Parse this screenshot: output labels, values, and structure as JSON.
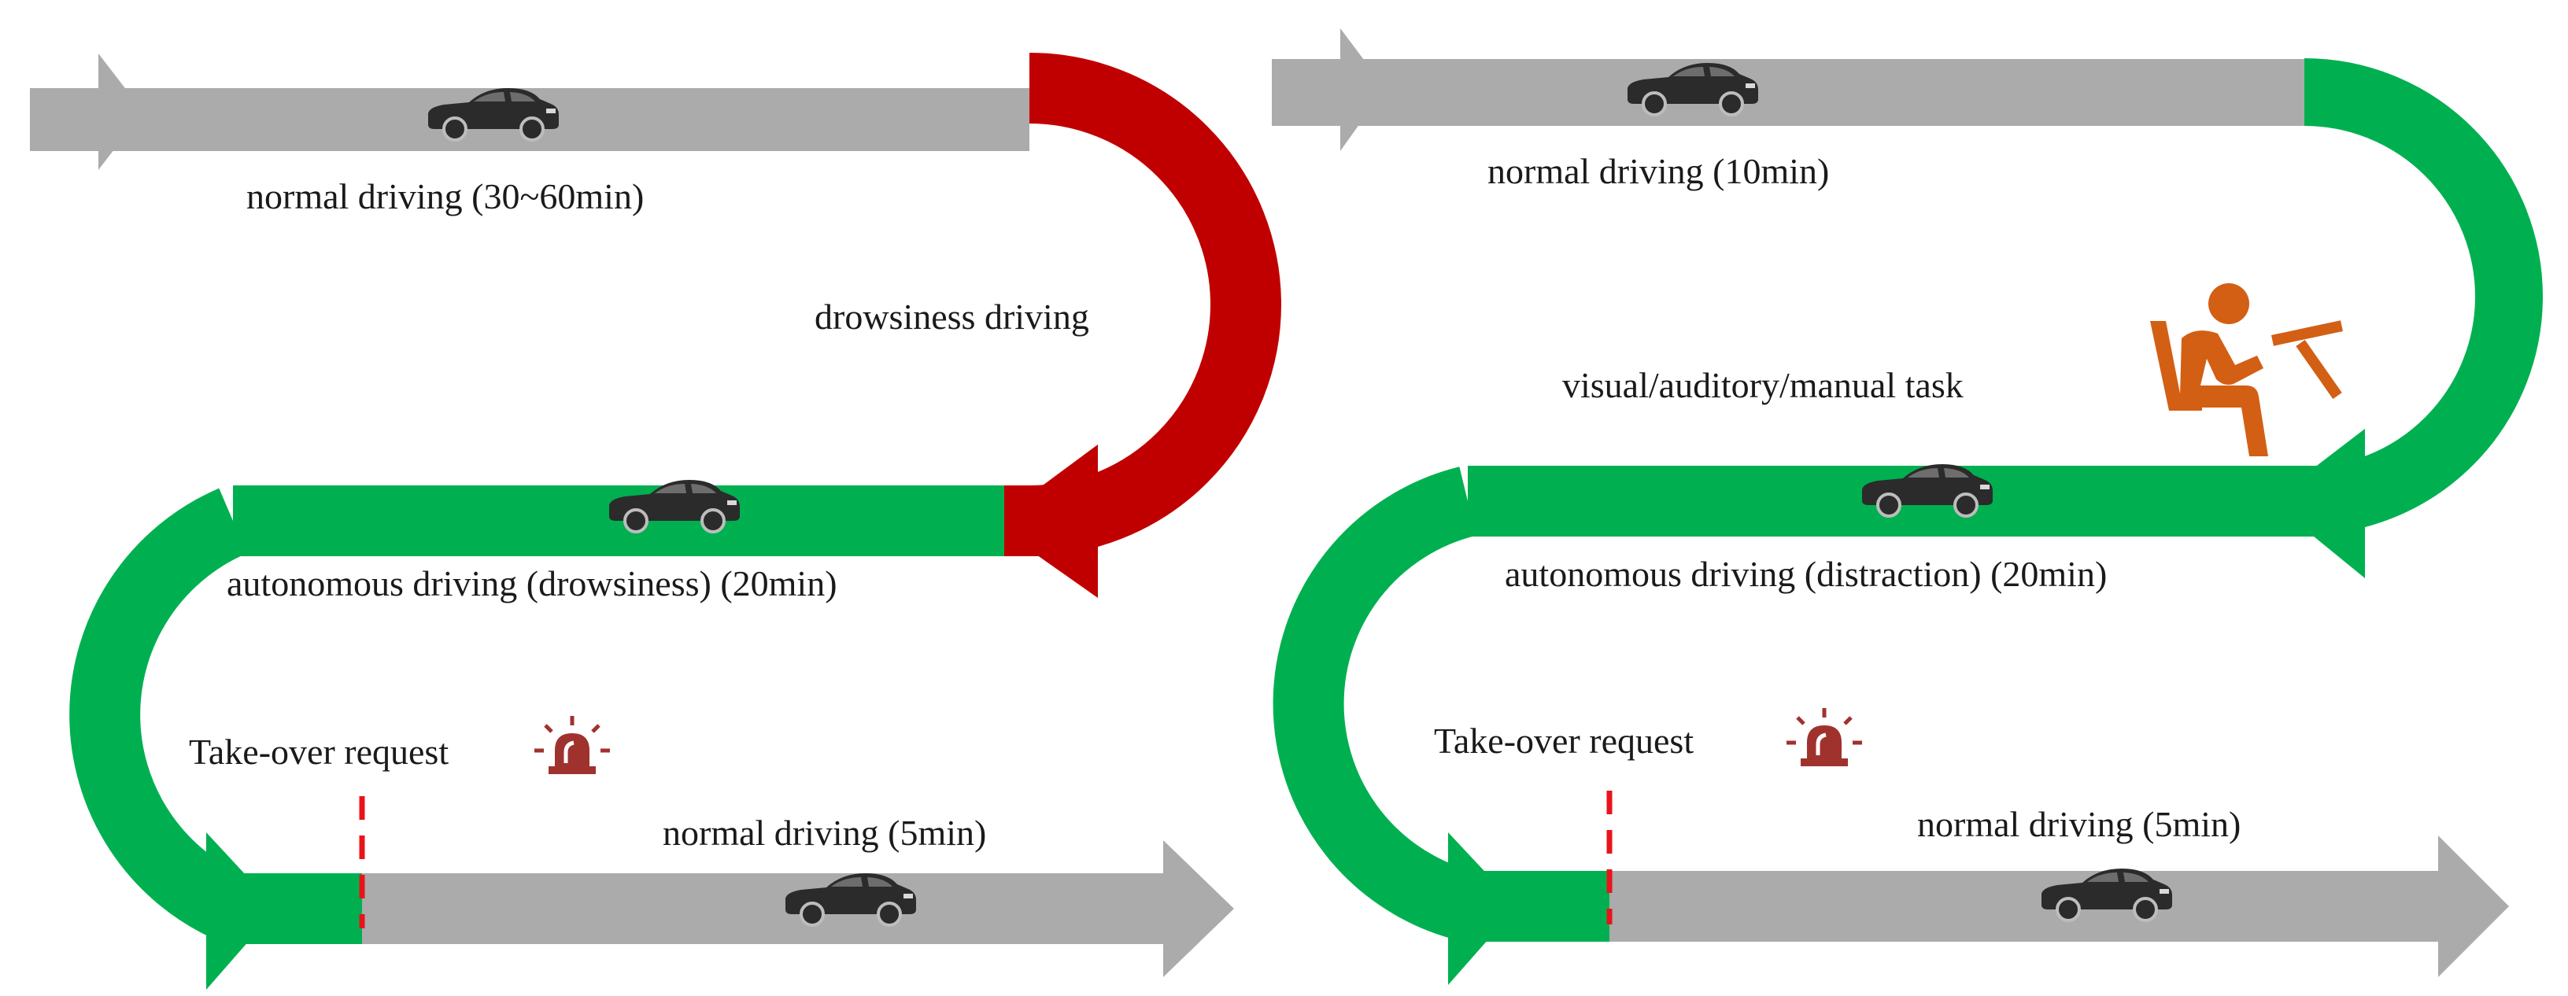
{
  "colors": {
    "normal": "#ababab",
    "drowsiness": "#c00000",
    "autonomous": "#00b050",
    "takeover_marker": "#e8141a",
    "alarm": "#a0322e",
    "task_icon": "#d35f14",
    "car": "#2b2b2b"
  },
  "left_panel": {
    "segment_normal_start": "normal driving (30~60min)",
    "segment_drowsy": "drowsiness driving",
    "segment_autonomous": "autonomous driving (drowsiness) (20min)",
    "takeover_label": "Take-over request",
    "segment_normal_end": "normal driving (5min)"
  },
  "right_panel": {
    "segment_normal_start": "normal driving (10min)",
    "segment_task": "visual/auditory/manual task",
    "segment_autonomous": "autonomous driving (distraction) (20min)",
    "takeover_label": "Take-over request",
    "segment_normal_end": "normal driving (5min)"
  },
  "icons": {
    "car": "car-icon",
    "alarm": "siren-icon",
    "task": "seated-person-task-icon"
  }
}
